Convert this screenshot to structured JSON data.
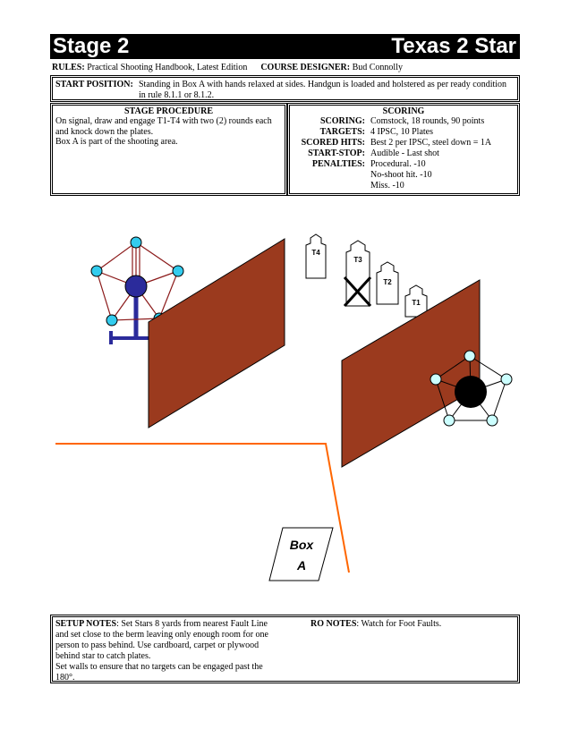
{
  "header": {
    "stage": "Stage 2",
    "title": "Texas 2 Star"
  },
  "rules": {
    "rules_label": "RULES:",
    "rules_value": "Practical Shooting Handbook, Latest Edition",
    "designer_label": "COURSE DESIGNER:",
    "designer_value": "Bud Connolly"
  },
  "start_position": {
    "label": "START POSITION:",
    "text": "Standing in Box A with hands relaxed at sides. Handgun is loaded and holstered as per ready condition in rule 8.1.1 or 8.1.2."
  },
  "procedure": {
    "heading": "STAGE PROCEDURE",
    "line1": "On signal, draw and engage T1-T4 with two (2) rounds each and knock down the plates.",
    "line2": "Box A is part of the shooting area."
  },
  "scoring": {
    "heading": "SCORING",
    "scoring_label": "SCORING:",
    "scoring_value": "Comstock, 18 rounds, 90 points",
    "targets_label": "TARGETS:",
    "targets_value": "4 IPSC, 10 Plates",
    "hits_label": "SCORED HITS:",
    "hits_value": "Best 2 per IPSC, steel down = 1A",
    "startstop_label": "START-STOP:",
    "startstop_value": "Audible - Last shot",
    "penalties_label": "PENALTIES:",
    "pen1": "Procedural. -10",
    "pen2": "No-shoot hit. -10",
    "pen3": "Miss. -10"
  },
  "diagram": {
    "t1": "T1",
    "t2": "T2",
    "t3": "T3",
    "t4": "T4",
    "box_line1": "Box",
    "box_line2": "A",
    "wall_color": "#9b3a1e",
    "fault_line_color": "#ff6600",
    "star_left_hub": "#2b2b9b",
    "star_plate_left": "#33ccee",
    "star_right_hub": "#000000",
    "star_plate_right": "#ccffff"
  },
  "notes": {
    "setup_label": "SETUP NOTES",
    "setup_text1": ": Set Stars 8 yards from nearest Fault Line and set close to the berm leaving only enough room for one person to pass behind. Use cardboard, carpet or plywood behind star to catch plates.",
    "setup_text2": "Set walls to ensure that no targets can be engaged past the 180°.",
    "ro_label": "RO NOTES",
    "ro_text": ":  Watch for Foot Faults."
  }
}
